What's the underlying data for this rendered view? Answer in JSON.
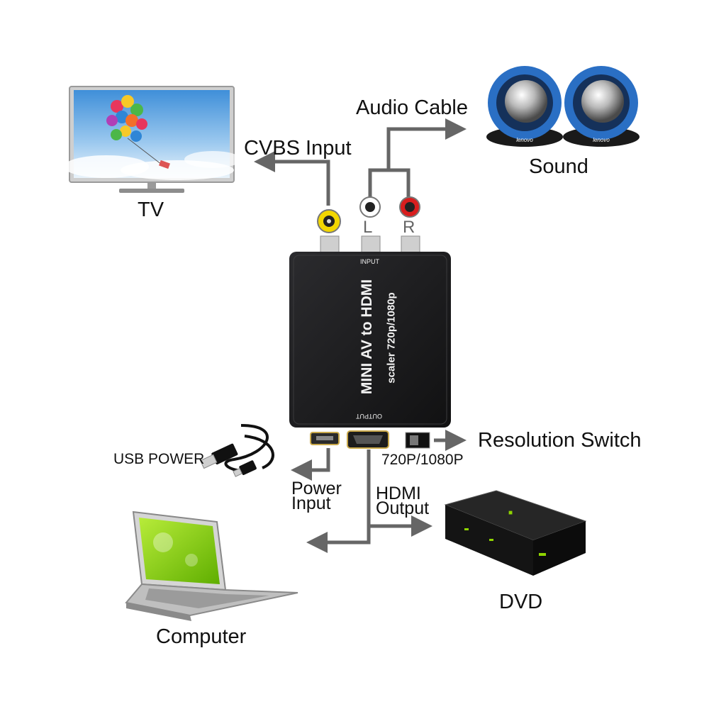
{
  "labels": {
    "tv": "TV",
    "cvbs_input": "CVBS Input",
    "audio_cable": "Audio Cable",
    "sound": "Sound",
    "left_channel": "L",
    "right_channel": "R",
    "usb_power": "USB POWER",
    "power_input_line1": "Power",
    "power_input_line2": "Input",
    "hdmi_output_line1": "HDMI",
    "hdmi_output_line2": "Output",
    "resolution_switch": "Resolution Switch",
    "resolution_values": "720P/1080P",
    "computer": "Computer",
    "dvd": "DVD"
  },
  "device": {
    "title": "MINI AV to HDMI",
    "subtitle": "scaler 720p/1080p",
    "input_label": "INPUT",
    "output_label": "OUTPUT",
    "body_color": "#1c1c1e"
  },
  "speaker_brand": "lenovo",
  "colors": {
    "arrow": "#666666",
    "cvbs_jack": "#f2d600",
    "left_jack": "#ffffff",
    "right_jack": "#d81e1e",
    "speaker_blue": "#2a6fc4",
    "screen_green": "#8fd400"
  }
}
